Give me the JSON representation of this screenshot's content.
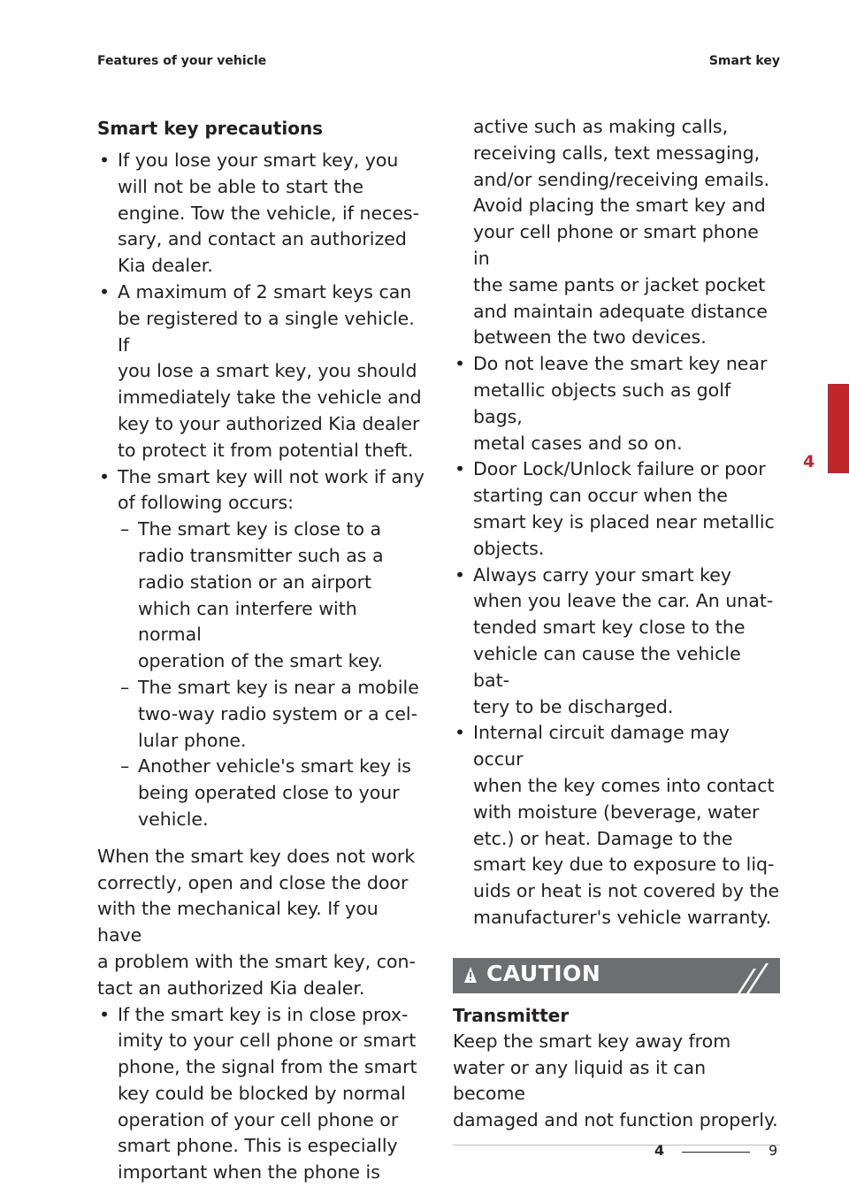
{
  "header": {
    "left": "Features of your vehicle",
    "right": "Smart key"
  },
  "left_column": {
    "title": "Smart key precautions",
    "bullets": [
      {
        "lines": [
          "If you lose your smart key, you",
          "will not be able to start the",
          "engine. Tow the vehicle, if neces-",
          "sary, and contact an authorized",
          "Kia dealer."
        ]
      },
      {
        "lines": [
          "A maximum of 2 smart keys can",
          "be registered to a single vehicle. If",
          "you lose a smart key, you should",
          "immediately take the vehicle and",
          "key to your authorized Kia dealer",
          "to protect it from potential theft."
        ]
      },
      {
        "lines": [
          "The smart key will not work if any",
          "of following occurs:"
        ]
      }
    ],
    "dashes": [
      {
        "lines": [
          "The smart key is close to a",
          "radio transmitter such as a",
          "radio station or an airport",
          "which can interfere with normal",
          "operation of the smart key."
        ]
      },
      {
        "lines": [
          "The smart key is near a mobile",
          "two-way radio system or a cel-",
          "lular phone."
        ]
      },
      {
        "lines": [
          "Another vehicle's smart key is",
          "being operated close to your",
          "vehicle."
        ]
      }
    ],
    "paragraph": [
      "When the smart key does not work",
      "correctly, open and close the door",
      "with the mechanical key. If you have",
      "a problem with the smart key, con-",
      "tact an authorized Kia dealer."
    ],
    "last_bullet": {
      "lines": [
        "If the smart key is in close prox-",
        "imity to your cell phone or smart",
        "phone, the signal from the smart",
        "key could be blocked by normal",
        "operation of your cell phone or",
        "smart phone. This is especially",
        "important when the phone is"
      ]
    }
  },
  "right_column": {
    "continuation": [
      "active such as making calls,",
      "receiving calls, text messaging,",
      "and/or sending/receiving emails.",
      "Avoid placing the smart key and",
      "your cell phone or smart phone in",
      "the same pants or jacket pocket",
      "and maintain adequate distance",
      "between the two devices."
    ],
    "bullets": [
      {
        "lines": [
          "Do not leave the smart key near",
          "metallic objects such as golf bags,",
          "metal cases and so on."
        ]
      },
      {
        "lines": [
          "Door Lock/Unlock failure or poor",
          "starting can occur when the",
          "smart key is placed near metallic",
          "objects."
        ]
      },
      {
        "lines": [
          "Always carry your smart key",
          "when you leave the car. An unat-",
          "tended smart key close to the",
          "vehicle can cause the vehicle bat-",
          "tery to be discharged."
        ]
      },
      {
        "lines": [
          "Internal circuit damage may occur",
          "when the key comes into contact",
          "with moisture (beverage, water",
          "etc.) or heat. Damage to the",
          "smart key due to exposure to liq-",
          "uids or heat is not covered by the",
          "manufacturer's vehicle warranty."
        ]
      }
    ],
    "caution": {
      "label": "CAUTION",
      "subtitle": "Transmitter",
      "text": [
        "Keep the smart key away from",
        "water or any liquid as it can become",
        "damaged and not function properly."
      ]
    }
  },
  "side_tab": {
    "label": "4",
    "color": "#c0272d"
  },
  "footer": {
    "section": "4",
    "page": "9"
  },
  "colors": {
    "accent": "#c0272d",
    "caution_bar": "#6d6e71",
    "text": "#231f20"
  }
}
